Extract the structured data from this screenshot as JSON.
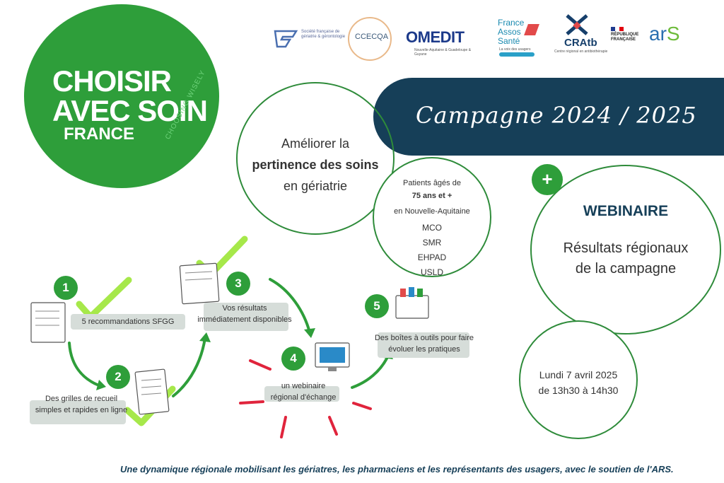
{
  "logo": {
    "line1": "CHOISIR",
    "line2": "AVEC SOIN",
    "line3": "FRANCE",
    "tagline": "CHOOSING WISELY",
    "color": "#2e9e3a"
  },
  "partners": {
    "sfgg": "Société française de gériatrie & gérontologie",
    "ccecqa": "CCECQA",
    "omedit": "OMEDIT",
    "omedit_sub": "Nouvelle-Aquitaine & Guadeloupe & Guyane",
    "fas_line1": "France",
    "fas_line2": "Assos",
    "fas_line3": "Santé",
    "fas_sub": "La voix des usagers",
    "cratb": "CRAtb",
    "cratb_sub": "Centre régional en antibiothérapie",
    "rf_line1": "RÉPUBLIQUE",
    "rf_line2": "FRANÇAISE",
    "ars_a": "ar",
    "ars_b": "S"
  },
  "banner": {
    "text": "Campagne 2024 / 2025",
    "color": "#163f58"
  },
  "main_circle": {
    "line1": "Améliorer la",
    "bold_a": "pertinence",
    "bold_b": "des soins",
    "line3": "en gériatrie"
  },
  "patients": {
    "line1": "Patients âgés de",
    "line2": "75 ans et +",
    "line3": "en Nouvelle-Aquitaine",
    "items": [
      "MCO",
      "SMR",
      "EHPAD",
      "USLD"
    ]
  },
  "webinar": {
    "plus": "+",
    "title": "WEBINAIRE",
    "line1": "Résultats régionaux",
    "line2": "de la campagne"
  },
  "date": {
    "line1": "Lundi 7 avril 2025",
    "line2": "de 13h30 à 14h30"
  },
  "steps": [
    {
      "num": "1",
      "text": "5 recommandations SFGG"
    },
    {
      "num": "2",
      "line1": "Des grilles de recueil",
      "line2": "simples et rapides en ligne"
    },
    {
      "num": "3",
      "line1": "Vos résultats",
      "line2": "immédiatement disponibles"
    },
    {
      "num": "4",
      "line1": "un webinaire",
      "line2": "régional d'échange"
    },
    {
      "num": "5",
      "line1": "Des boîtes à outils pour faire",
      "line2": "évoluer les pratiques"
    }
  ],
  "footer": "Une dynamique régionale mobilisant les gériatres, les pharmaciens et les représentants des usagers, avec le soutien de l'ARS.",
  "colors": {
    "green": "#2e9e3a",
    "lime": "#a6e84a",
    "navy": "#163f58",
    "red": "#e0243c"
  }
}
